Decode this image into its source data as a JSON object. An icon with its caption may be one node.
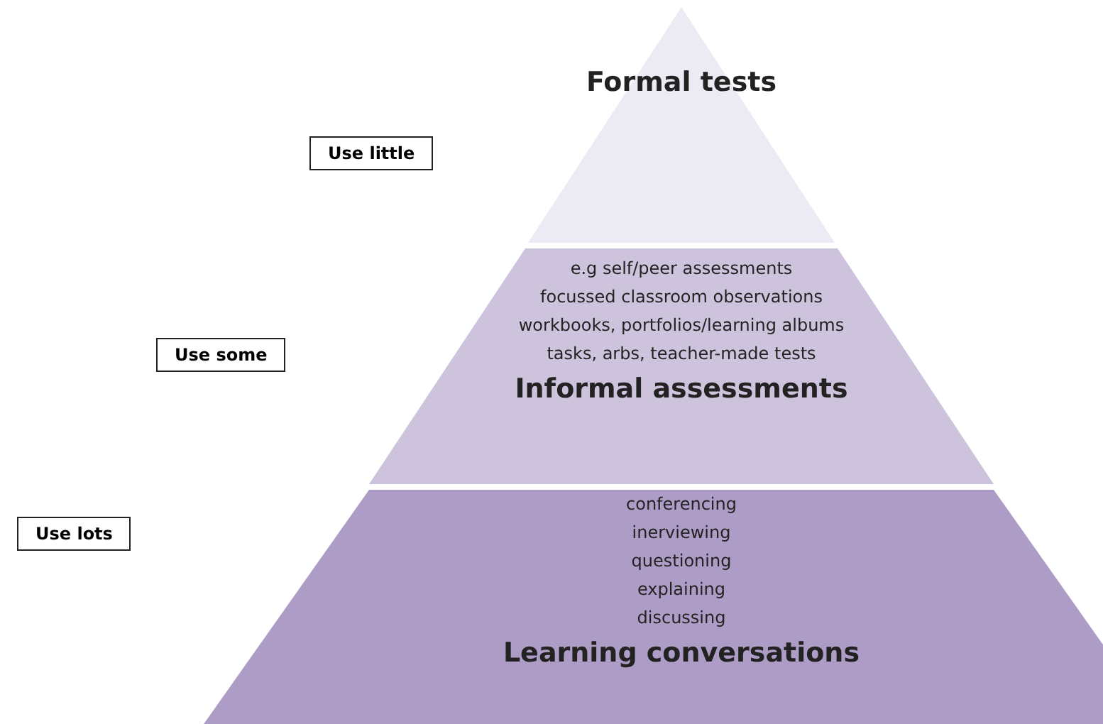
{
  "diagram": {
    "nodes": [
      {
        "text": [
          "Use little"
        ]
      },
      {
        "text": [
          "Formal tests"
        ]
      },
      {
        "text": [
          "Use some"
        ]
      },
      {
        "text": [
          "e.g self/peer assessments",
          "focussed classroom observations",
          "workbooks, portfolios/learning albums",
          "tasks, arbs, teacher-made tests",
          "Informal assessments"
        ]
      },
      {
        "text": [
          "Use lots"
        ]
      },
      {
        "text": [
          "conferencing",
          "inerviewing",
          "questioning",
          "explaining",
          "discussing",
          "Learning conversations"
        ]
      }
    ]
  }
}
